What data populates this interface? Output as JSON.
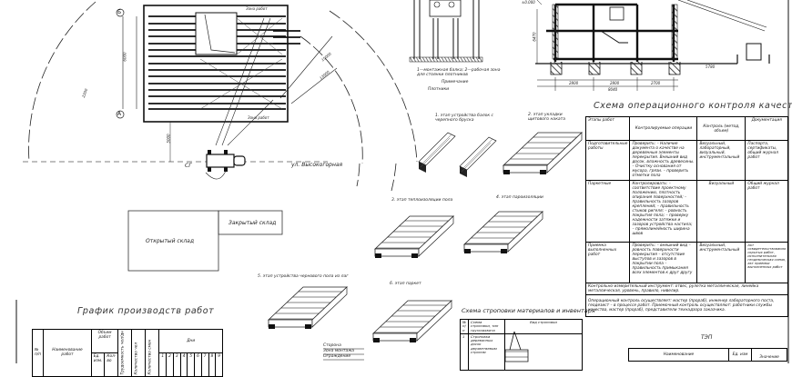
{
  "plan": {
    "axis_b": "Б",
    "axis_a": "А",
    "zone_top": "Зона работ",
    "zone_bottom": "Зона работ",
    "street": "ул. Высокогорная",
    "crane_mark": "СГ",
    "dim_v": "6000",
    "dim_v2": "2200",
    "dim_r1": "15000",
    "dim_r2": "13000",
    "dim_road": "5000"
  },
  "warehouses": {
    "open": "Открытый склад",
    "closed": "Закрытый склад"
  },
  "elevation": {
    "caption": "1—монтажная балка; 2—рабочая зона для стоянки плотников",
    "note": "Примечание",
    "legend": "Плотники"
  },
  "section": {
    "dims": [
      "2800",
      "2800",
      "2700"
    ],
    "total": "8040",
    "height": "6470",
    "crane_dist": "5780",
    "level": "±0.000"
  },
  "stages": [
    "1. этап устройства балок с черепного бруска",
    "2. этап укладки щитового наката",
    "3. этап теплоизоляции пола",
    "4. этап пароизоляции",
    "5. этап устройства чернового пола из лаг",
    "6. этап паркет"
  ],
  "quality": {
    "title": "Схема операционного контроля качества",
    "headers": [
      "Этапы работ",
      "Контролируемые операции",
      "Контроль (метод, объем)",
      "Документация"
    ],
    "rows": [
      {
        "stage": "Подготовительные работы",
        "ops": "Проверить: – Наличие документа о качестве на деревянные элементы перекрытия. Внешний вид досок, влажность древесины. – Очистку основания от мусора, грязи. – проверить отметки пола",
        "control": "Визуальный, лабораторный, визуальный, инструментальный",
        "docs": "Паспорта, сертификаты, общий журнал работ"
      },
      {
        "stage": "Паркетные",
        "ops": "Контролировать: – соответствие проектному положению, плотность опирания поверхностей; – правильность зазоров креплений; – правильность стыков ригеля; – ровность покрытия пола; – проверку надежности затяжки и зазоров устройства настила; – прямолинейность ширина швов",
        "control": "Визуальный",
        "docs": "Общий журнал работ"
      },
      {
        "stage": "Приемка выполненных работ",
        "ops": "Проверить: – внешний вид – ровность поверхности перекрытия – отсутствие выступов и зазоров в покрытии пола – правильность примыкания всех элементов к друг другу",
        "control": "Визуальный, инструментальный",
        "docs": "Акт освидетельствования скрытых работ, исполнительная геодезическая схема, акт приемки выполненных работ"
      }
    ],
    "tools": "Контрольно-измерительный инструмент: отвес, рулетка металлическая, линейка металлическая, уровень, правило, нивелир.",
    "notes": "Операционный контроль осуществляет: мастер (прораб), инженер лабораторного поста, геодезист – в процессе работ. Приемочный контроль осуществляют: работники службы качества, мастер (прораб), представители технадзора заказчика."
  },
  "schedule": {
    "title": "График производств работ",
    "headers": {
      "num": "№ п/п",
      "name": "Наименование работ",
      "volume": "Объем работ",
      "unit": "Ед. изм.",
      "qty": "Кол-во",
      "labor": "Трудоемкость чел/дн",
      "workers": "Количество чел",
      "shifts": "Количество смен",
      "days": "Дни"
    },
    "days": [
      "1",
      "2",
      "3",
      "4",
      "5",
      "6",
      "7",
      "8",
      "9"
    ]
  },
  "slinging": {
    "title": "Схема строповки материалов и инвентаря",
    "headers": [
      "№ п/п",
      "Схема строповки, тип грузозахвата",
      "Вид строповки"
    ],
    "row": {
      "num": "1",
      "name": "Строповка деревянных досок двухветвевым стропом"
    }
  },
  "legend": [
    "Сторона",
    "Зона монтажа",
    "Ограждение"
  ],
  "tep": {
    "title": "ТЭП",
    "headers": [
      "Наименование",
      "Ед. изм",
      "Значение"
    ]
  }
}
